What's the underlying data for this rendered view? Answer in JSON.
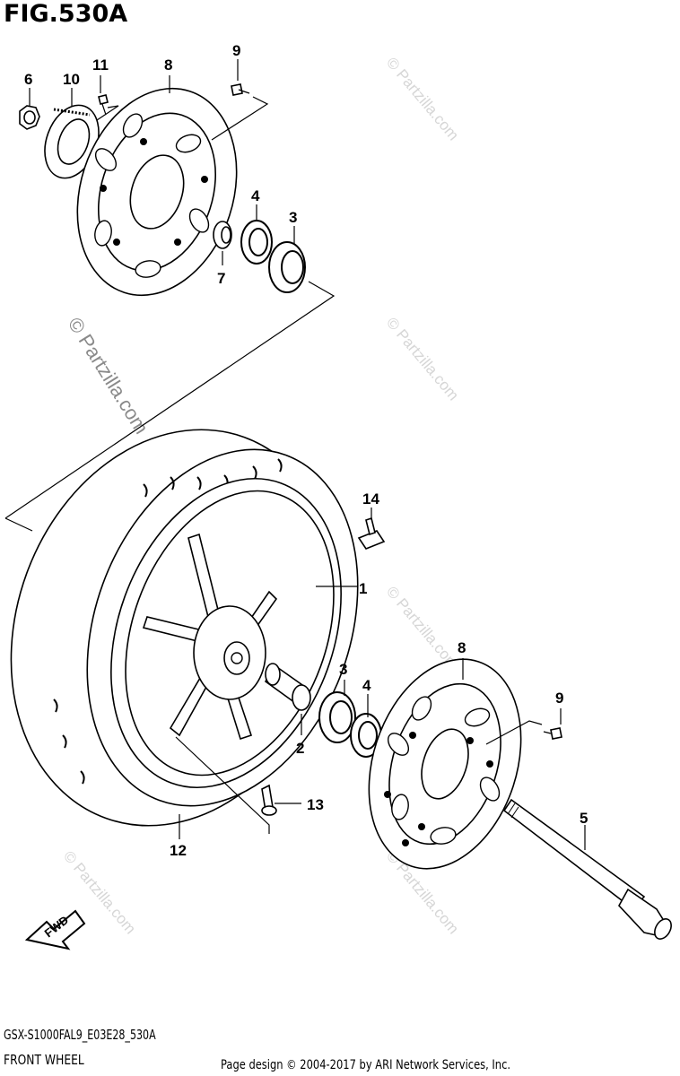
{
  "figure": {
    "title": "FIG.530A",
    "model_code": "GSX-S1000FAL9_E03E28_530A",
    "name": "FRONT WHEEL",
    "credit": "Page design © 2004-2017 by ARI Network Services, Inc.",
    "direction_label": "FWD"
  },
  "watermarks": {
    "main": "© Partzilla.com",
    "faint": "© Partzilla.com"
  },
  "callouts": {
    "c1": "1",
    "c2": "2",
    "c3_top": "3",
    "c3_mid": "3",
    "c4_top": "4",
    "c4_mid": "4",
    "c5": "5",
    "c6": "6",
    "c7": "7",
    "c8_top": "8",
    "c8_mid": "8",
    "c9_top": "9",
    "c9_mid": "9",
    "c10": "10",
    "c11": "11",
    "c12": "12",
    "c13": "13",
    "c14": "14"
  }
}
